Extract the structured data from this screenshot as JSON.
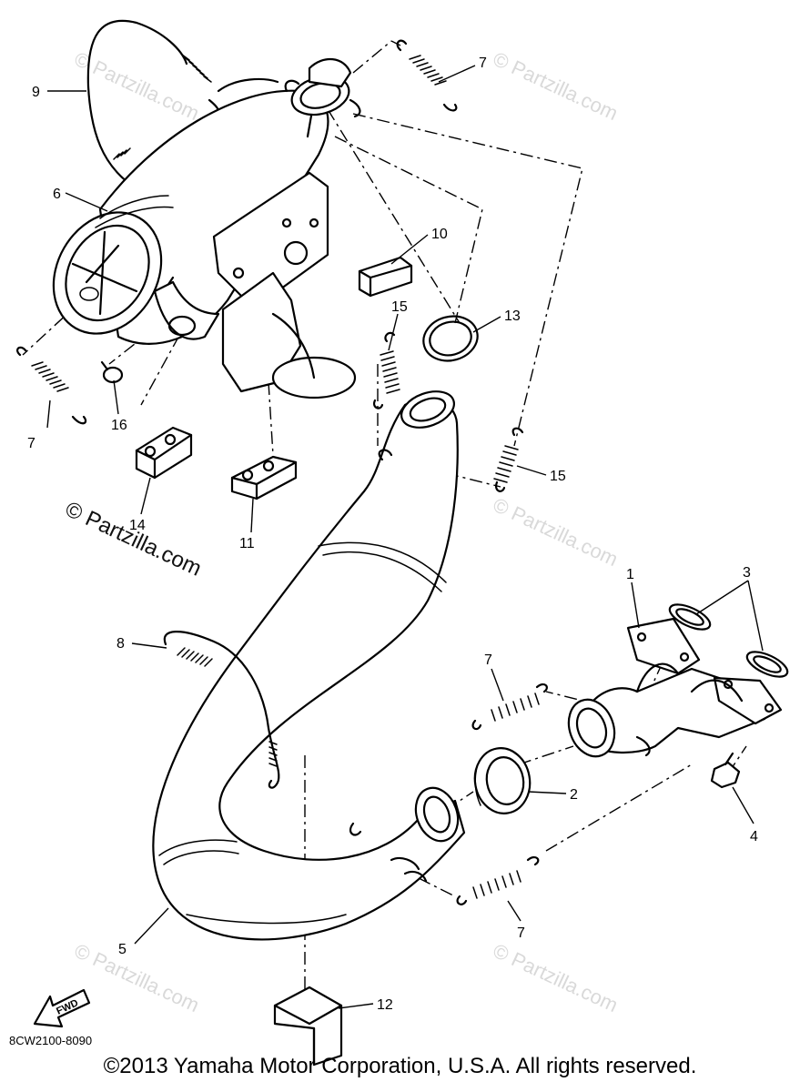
{
  "diagram": {
    "part_numbers": [
      "1",
      "2",
      "3",
      "4",
      "5",
      "6",
      "7",
      "8",
      "9",
      "10",
      "11",
      "12",
      "13",
      "14",
      "15",
      "16"
    ],
    "callouts": {
      "c1": "1",
      "c2": "2",
      "c3": "3",
      "c4": "4",
      "c5": "5",
      "c6": "6",
      "c7a": "7",
      "c7b": "7",
      "c7c": "7",
      "c7d": "7",
      "c8": "8",
      "c9": "9",
      "c10": "10",
      "c11": "11",
      "c12": "12",
      "c13": "13",
      "c14": "14",
      "c15a": "15",
      "c15b": "15",
      "c16": "16"
    },
    "watermark": "© Partzilla.com",
    "watermark_faint": "© Partzilla.com",
    "drawing_code": "8CW2100-8090",
    "fwd_label": "FWD"
  },
  "footer": {
    "copyright": "©2013 Yamaha Motor Corporation, U.S.A. All rights reserved."
  },
  "colors": {
    "line": "#000000",
    "watermark_faint": "#d9d9d9",
    "background": "#ffffff"
  }
}
